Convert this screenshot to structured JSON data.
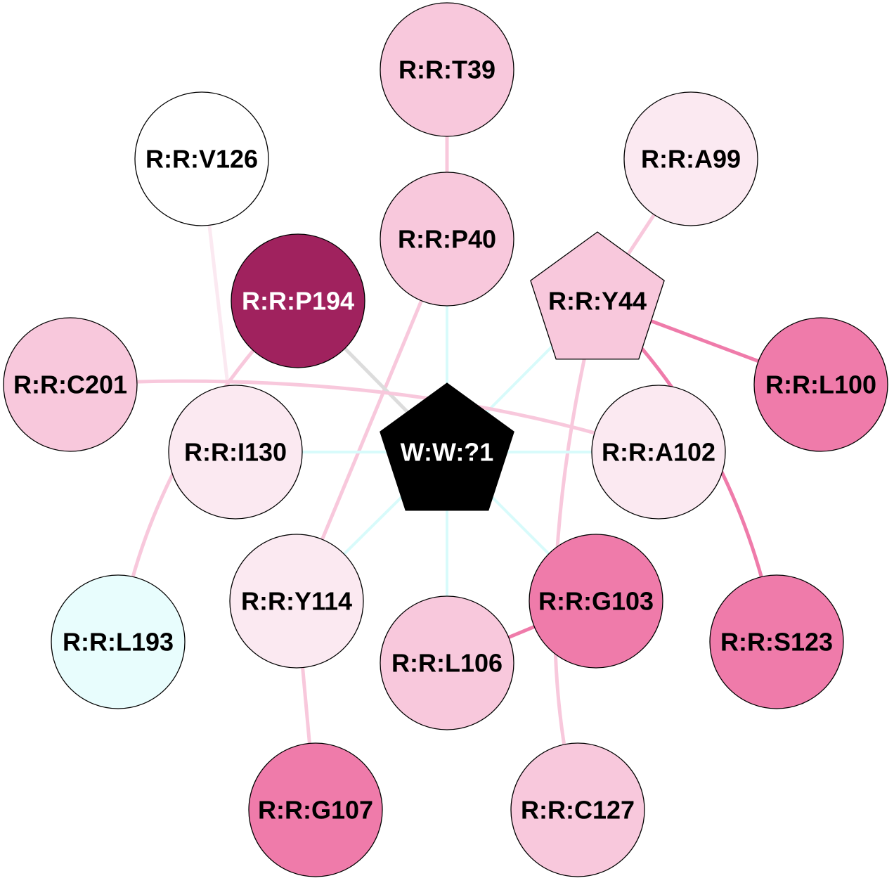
{
  "colors": {
    "pink_light": "#f8c8dc",
    "pink_pale": "#fbe9f1",
    "pink_mid": "#ef7baa",
    "magenta_dark": "#a0225e",
    "cyan_pale": "#e8fdfd",
    "white": "#ffffff",
    "black": "#000000",
    "edge_cyan": "#d8fbfb",
    "edge_gray": "#dcdcdc"
  },
  "nodes": [
    {
      "id": "T39",
      "label": "R:R:T39",
      "shape": "circle",
      "fill": "#f8c8dc",
      "text": "#000000"
    },
    {
      "id": "V126",
      "label": "R:R:V126",
      "shape": "circle",
      "fill": "#ffffff",
      "text": "#000000"
    },
    {
      "id": "A99",
      "label": "R:R:A99",
      "shape": "circle",
      "fill": "#fbe9f1",
      "text": "#000000"
    },
    {
      "id": "P40",
      "label": "R:R:P40",
      "shape": "circle",
      "fill": "#f8c8dc",
      "text": "#000000"
    },
    {
      "id": "P194",
      "label": "R:R:P194",
      "shape": "circle",
      "fill": "#a0225e",
      "text": "#ffffff"
    },
    {
      "id": "Y44",
      "label": "R:R:Y44",
      "shape": "pentagon",
      "fill": "#f8c8dc",
      "text": "#000000"
    },
    {
      "id": "C201",
      "label": "R:R:C201",
      "shape": "circle",
      "fill": "#f8c8dc",
      "text": "#000000"
    },
    {
      "id": "L100",
      "label": "R:R:L100",
      "shape": "circle",
      "fill": "#ef7baa",
      "text": "#000000"
    },
    {
      "id": "I130",
      "label": "R:R:I130",
      "shape": "circle",
      "fill": "#fbe9f1",
      "text": "#000000"
    },
    {
      "id": "W1",
      "label": "W:W:?1",
      "shape": "pentagon",
      "fill": "#000000",
      "text": "#ffffff"
    },
    {
      "id": "A102",
      "label": "R:R:A102",
      "shape": "circle",
      "fill": "#fbe9f1",
      "text": "#000000"
    },
    {
      "id": "Y114",
      "label": "R:R:Y114",
      "shape": "circle",
      "fill": "#fbe9f1",
      "text": "#000000"
    },
    {
      "id": "G103",
      "label": "R:R:G103",
      "shape": "circle",
      "fill": "#ef7baa",
      "text": "#000000"
    },
    {
      "id": "L193",
      "label": "R:R:L193",
      "shape": "circle",
      "fill": "#e8fdfd",
      "text": "#000000"
    },
    {
      "id": "S123",
      "label": "R:R:S123",
      "shape": "circle",
      "fill": "#ef7baa",
      "text": "#000000"
    },
    {
      "id": "L106",
      "label": "R:R:L106",
      "shape": "circle",
      "fill": "#f8c8dc",
      "text": "#000000"
    },
    {
      "id": "G107",
      "label": "R:R:G107",
      "shape": "circle",
      "fill": "#ef7baa",
      "text": "#000000"
    },
    {
      "id": "C127",
      "label": "R:R:C127",
      "shape": "circle",
      "fill": "#f8c8dc",
      "text": "#000000"
    }
  ],
  "edges": [
    {
      "from": "T39",
      "to": "P40",
      "color": "#f8c8dc",
      "width": 5
    },
    {
      "from": "V126",
      "to": "I130",
      "color": "#fbe9f1",
      "width": 5
    },
    {
      "from": "A99",
      "to": "Y44",
      "color": "#f8c8dc",
      "width": 5
    },
    {
      "from": "P40",
      "to": "W1",
      "color": "#d8fbfb",
      "width": 4
    },
    {
      "from": "P40",
      "to": "Y114",
      "color": "#f8c8dc",
      "width": 5
    },
    {
      "from": "P194",
      "to": "W1",
      "color": "#dcdcdc",
      "width": 5
    },
    {
      "from": "P194",
      "to": "L193",
      "color": "#f8c8dc",
      "width": 5
    },
    {
      "from": "Y44",
      "to": "W1",
      "color": "#d8fbfb",
      "width": 4
    },
    {
      "from": "Y44",
      "to": "L100",
      "color": "#ef7baa",
      "width": 5
    },
    {
      "from": "Y44",
      "to": "S123",
      "color": "#ef7baa",
      "width": 5
    },
    {
      "from": "Y44",
      "to": "C127",
      "color": "#f8c8dc",
      "width": 5
    },
    {
      "from": "C201",
      "to": "A102",
      "color": "#f8c8dc",
      "width": 5
    },
    {
      "from": "I130",
      "to": "W1",
      "color": "#d8fbfb",
      "width": 4
    },
    {
      "from": "A102",
      "to": "W1",
      "color": "#d8fbfb",
      "width": 4
    },
    {
      "from": "Y114",
      "to": "W1",
      "color": "#d8fbfb",
      "width": 4
    },
    {
      "from": "G103",
      "to": "W1",
      "color": "#d8fbfb",
      "width": 4
    },
    {
      "from": "L106",
      "to": "W1",
      "color": "#d8fbfb",
      "width": 4
    },
    {
      "from": "G103",
      "to": "L106",
      "color": "#ef7baa",
      "width": 5
    },
    {
      "from": "Y114",
      "to": "G107",
      "color": "#f8c8dc",
      "width": 5
    }
  ]
}
